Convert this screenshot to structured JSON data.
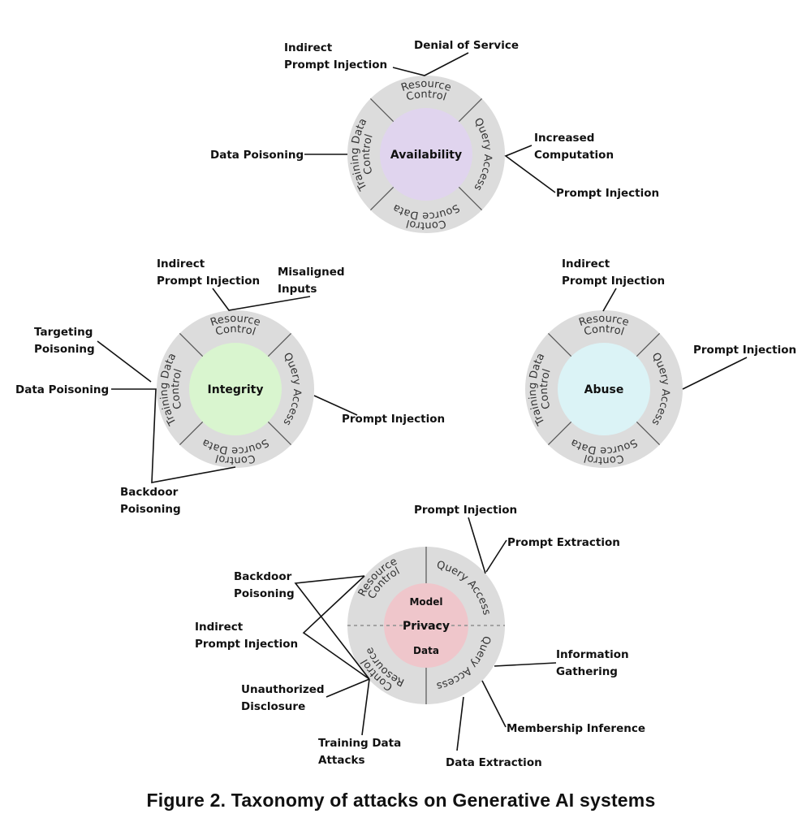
{
  "colors": {
    "ring": "#dcdcdc",
    "separator": "#555555",
    "availability": "#e0d4ee",
    "integrity": "#d9f5cf",
    "abuse": "#dbf3f6",
    "privacy": "#efc6cb"
  },
  "segments": {
    "resource_control": [
      "Resource",
      "Control"
    ],
    "training_data_control": [
      "Training Data",
      "Control"
    ],
    "query_access": "Query Access",
    "source_data_control": [
      "Source Data",
      "Control"
    ]
  },
  "availability": {
    "title": "Availability",
    "attacks": {
      "indirect_prompt_injection": [
        "Indirect",
        "Prompt Injection"
      ],
      "denial_of_service": "Denial of Service",
      "data_poisoning": "Data Poisoning",
      "increased_computation": [
        "Increased",
        "Computation"
      ],
      "prompt_injection": "Prompt Injection"
    }
  },
  "integrity": {
    "title": "Integrity",
    "attacks": {
      "indirect_prompt_injection": [
        "Indirect",
        "Prompt Injection"
      ],
      "misaligned_inputs": [
        "Misaligned",
        "Inputs"
      ],
      "targeting_poisoning": [
        "Targeting",
        "Poisoning"
      ],
      "data_poisoning": "Data Poisoning",
      "prompt_injection": "Prompt Injection",
      "backdoor_poisoning": [
        "Backdoor",
        "Poisoning"
      ]
    }
  },
  "abuse": {
    "title": "Abuse",
    "attacks": {
      "indirect_prompt_injection": [
        "Indirect",
        "Prompt Injection"
      ],
      "prompt_injection": "Prompt Injection"
    }
  },
  "privacy": {
    "title": "Privacy",
    "model_label": "Model",
    "data_label": "Data",
    "attacks": {
      "prompt_injection": "Prompt Injection",
      "prompt_extraction": "Prompt Extraction",
      "backdoor_poisoning": [
        "Backdoor",
        "Poisoning"
      ],
      "indirect_prompt_injection": [
        "Indirect",
        "Prompt Injection"
      ],
      "information_gathering": [
        "Information",
        "Gathering"
      ],
      "unauthorized_disclosure": [
        "Unauthorized",
        "Disclosure"
      ],
      "membership_inference": "Membership Inference",
      "training_data_attacks": [
        "Training Data",
        "Attacks"
      ],
      "data_extraction": "Data Extraction"
    }
  },
  "caption": "Figure 2. Taxonomy of attacks on Generative AI systems"
}
